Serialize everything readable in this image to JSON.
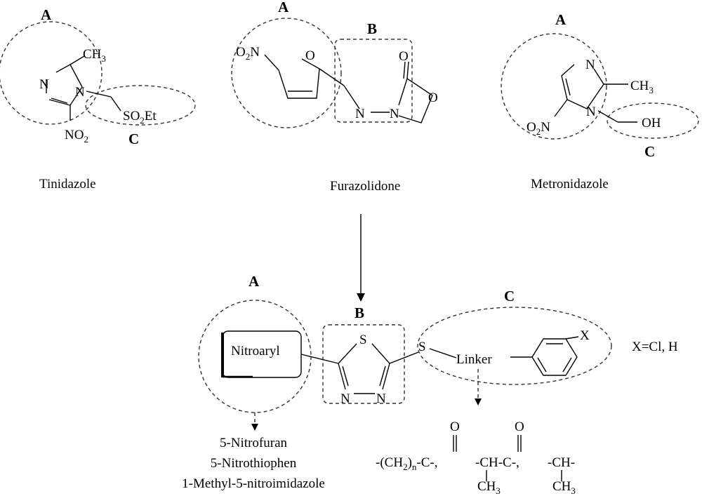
{
  "colors": {
    "ink": "#000000",
    "dashed": "#333333",
    "background": "#ffffff"
  },
  "molecules": {
    "tinidazole": {
      "name": "Tinidazole",
      "region_a": "A",
      "region_c": "C",
      "atom_ch3": "CH",
      "atom_ch3_sub": "3",
      "atom_n_top": "N",
      "atom_n_ring": "N",
      "atom_so2et_a": "SO",
      "atom_so2et_sub": "2",
      "atom_so2et_b": "Et",
      "atom_no2_a": "NO",
      "atom_no2_sub": "2"
    },
    "furazolidone": {
      "name": "Furazolidone",
      "region_a": "A",
      "region_b": "B",
      "atom_o2n_a": "O",
      "atom_o2n_sub": "2",
      "atom_o2n_b": "N",
      "atom_o_ring": "O",
      "atom_o_carbonyl": "O",
      "atom_o_oxaz": "O",
      "atom_n_a": "N",
      "atom_n_b": "N",
      "bond_mark": "—"
    },
    "metronidazole": {
      "name": "Metronidazole",
      "region_a": "A",
      "region_c": "C",
      "atom_n_top": "N",
      "atom_n_ring": "N",
      "atom_ch3": "CH",
      "atom_ch3_sub": "3",
      "atom_o2n_a": "O",
      "atom_o2n_sub": "2",
      "atom_o2n_b": "N",
      "atom_oh": "OH"
    }
  },
  "scaffold": {
    "region_a": "A",
    "region_b": "B",
    "region_c": "C",
    "nitroaryl": "Nitroaryl",
    "atom_s_ring": "S",
    "atom_n_left": "N",
    "atom_n_right": "N",
    "atom_s_link": "S",
    "linker": "Linker",
    "atom_x": "X",
    "x_def": "X=Cl, H"
  },
  "nitroaryl_options": [
    "5-Nitrofuran",
    "5-Nitrothiophen",
    "1-Methyl-5-nitroimidazole"
  ],
  "linker_options": {
    "o1": "O",
    "o2": "O",
    "l1_a": "-(CH",
    "l1_sub": "2",
    "l1_b": ")",
    "l1_n": "n",
    "l1_c": "-C-,",
    "l2": "-CH-C-,",
    "l2_ch3": "CH",
    "l2_ch3_sub": "3",
    "l3": "-CH-",
    "l3_ch3": "CH",
    "l3_ch3_sub": "3"
  }
}
